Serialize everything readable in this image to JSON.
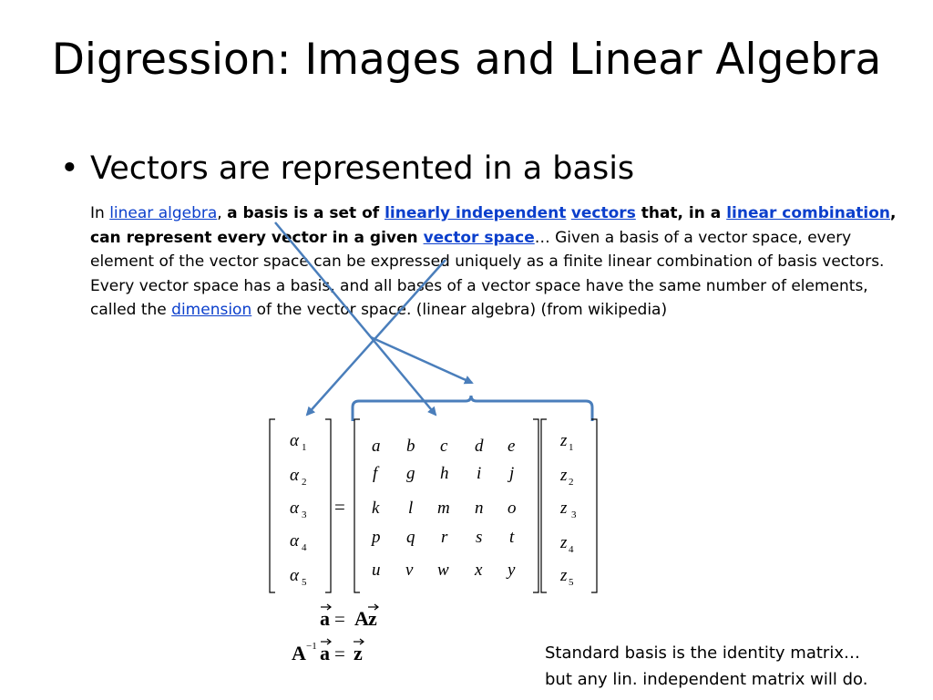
{
  "title": "Digression: Images and Linear Algebra",
  "bullet": "Vectors are represented in a basis",
  "definition": {
    "t1": "In ",
    "l1": "linear algebra",
    "t2": ", ",
    "b1": "a basis is a set of ",
    "l2": "linearly independent",
    "t3": " ",
    "l3": "vectors",
    "b2": " that, in a ",
    "l4": "linear combination",
    "b3": ", can represent every vector in a given ",
    "l5": "vector space",
    "t4": "… Given a basis of a vector space, every element of the vector space can be expressed uniquely as a finite linear combination of basis vectors. Every vector space has a basis, and all bases of a vector space have the same number of elements, called the ",
    "l6": "dimension",
    "t5": " of the vector space. (linear algebra) (from wikipedia)"
  },
  "equation": {
    "alpha_symbol": "α",
    "z_symbol": "z",
    "subscripts": [
      "1",
      "2",
      "3",
      "4",
      "5"
    ],
    "equals": "=",
    "matrix": [
      [
        "a",
        "b",
        "c",
        "d",
        "e"
      ],
      [
        "f",
        "g",
        "h",
        "i",
        "j"
      ],
      [
        "k",
        "l",
        "m",
        "n",
        "o"
      ],
      [
        "p",
        "q",
        "r",
        "s",
        "t"
      ],
      [
        "u",
        "v",
        "w",
        "x",
        "y"
      ]
    ],
    "vec_a": "a",
    "vec_z": "z",
    "mat_A": "A",
    "inverse_exp": "−1"
  },
  "note": {
    "line1": "Standard basis is the identity matrix…",
    "line2": "but any lin. independent matrix will do."
  },
  "colors": {
    "link": "#0b3fcc",
    "arrow": "#4a7ebb"
  }
}
